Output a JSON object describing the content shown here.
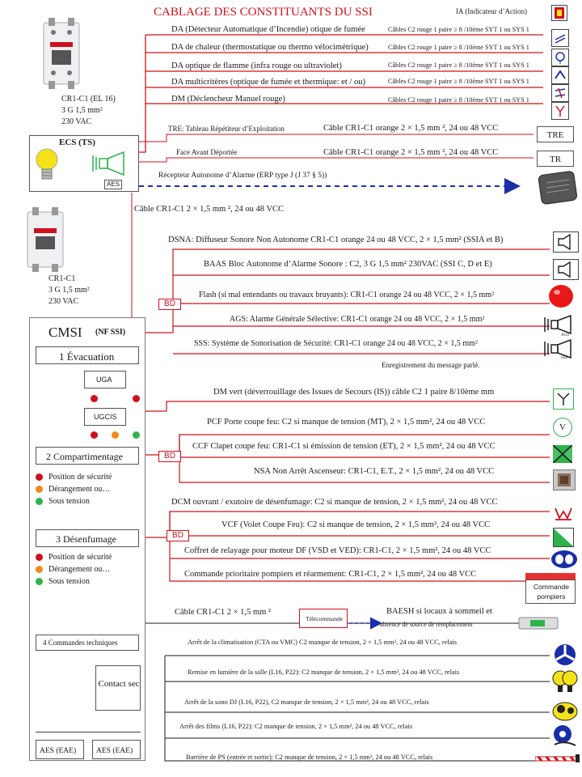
{
  "title": "CABLAGE DES CONSTITUANTS DU SSI",
  "ia_label": "IA (Indicateur d’Action)",
  "breaker1": {
    "ref": "CR1-C1 (EL 16)",
    "section": "3 G 1,5 mm²",
    "voltage": "230 VAC"
  },
  "breaker2": {
    "ref": "CR1-C1",
    "section": "3 G 1,5 mm²",
    "voltage": "230 VAC"
  },
  "ecs": {
    "title": "ECS (TS)",
    "aes": "AES"
  },
  "detectors": [
    {
      "label": "DA (Détecteur Automatique d’Incendie) otique de fumée",
      "cable": "Câbles C2 rouge 1 paire ≥ 8 /10ème SYT 1 ou SYS 1"
    },
    {
      "label": "DA de chaleur (thermostatique ou thermo vélocimétrique)",
      "cable": "Câbles C2 rouge 1 paire ≥ 8 /10ème SYT 1 ou SYS 1"
    },
    {
      "label": "DA optique de flamme (infra rouge ou ultraviolet)",
      "cable": "Câbles C2 rouge 1 paire ≥ 8 /10ème SYT 1 ou SYS 1"
    },
    {
      "label": "DA multicritères (optique de fumée et thermique: et / ou)",
      "cable": "Câbles C2 rouge 1 paire ≥ 8 /10ème SYT 1 ou SYS 1"
    },
    {
      "label": "DM (Déclencheur Manuel rouge)",
      "cable": "Câbles C2 rouge 1 paire ≥ 8 /10ème SYT 1 ou SYS 1"
    }
  ],
  "tre": {
    "label": "TRE: Tableau Répétiteur d’Exploitation",
    "cable": "Câble CR1-C1 orange  2 × 1,5 mm ², 24 ou 48 VCC",
    "tag": "TRE"
  },
  "tr": {
    "label": "Face Avant Déportée",
    "cable": "Câble CR1-C1 orange   2 × 1,5 mm ², 24 ou 48 VCC",
    "tag": "TR"
  },
  "erp": {
    "label": "Récepteur Autonome d’Alarme (ERP type J (J 37 § 5))"
  },
  "main_cable": "Câble CR1-C1   2 × 1,5 mm ²,  24  ou 48 VCC",
  "cmsi": {
    "title": "CMSI",
    "norm": "(NF SSI)"
  },
  "sections": {
    "evacuation": "1  Évacuation",
    "uga": "UGA",
    "ugcis": "UGCIS",
    "compartimentage": "2  Compartimentage",
    "desenfumage": "3  Désenfumage",
    "commandes": "4  Commandes techniques",
    "contact": "Contact sec",
    "aes_left": "AES (EAE)",
    "aes_right": "AES (EAE)"
  },
  "legend": [
    "Position de sécurité",
    "Dérangement  ou…",
    "Sous tension"
  ],
  "bd": "BD",
  "evac_items": [
    {
      "label": "DSNA: Diffuseur Sonore Non Autonome  CR1-C1 orange 24 ou 48 VCC, 2 × 1,5 mm² (SSIA et B)"
    },
    {
      "label": "BAAS Bloc Autonome d’Alarme Sonore : C2, 3 G 1,5 mm² 230VAC (SSI C, D et E)"
    },
    {
      "label": "Flash (si mal entendants ou travaux bruyants): CR1-C1 orange 24 ou 48 VCC,  2 × 1,5 mm²"
    },
    {
      "label": "AGS: Alarme Générale Sélective: CR1-C1 orange 24 ou 48 VCC,  2 × 1,5 mm²"
    },
    {
      "label": "SSS: Système de Sonorisation de Sécurité: CR1-C1 orange 24 ou 48 VCC,  2 × 1,5 mm²"
    }
  ],
  "recorded_msg": "Enregistrement du message parlé.",
  "dm_vert": "DM vert (déverrouillage  des  Issues de Secours (IS)) câble C2  1 paire 8/10ème mm",
  "comp_items": [
    "PCF Porte coupe feu:  C2 si manque de tension (MT), 2 × 1,5 mm²,  24 ou 48 VCC",
    "CCF Clapet coupe feu: CR1-C1  si émission de tension (ET), 2 × 1,5 mm²,  24 ou 48 VCC",
    "NSA Non Arrêt Ascenseur: CR1-C1, E.T., 2 × 1,5 mm²,  24 ou 48 VCC"
  ],
  "v_label": "V",
  "desenf_items": [
    "DCM ouvrant / exutoire de désenfumage: C2 si manque de tension,  2 × 1,5 mm²,  24 ou 48 VCC",
    "VCF (Volet Coupe Feu):  C2 si manque de tension, 2 × 1,5 mm²,  24 ou 48 VCC",
    "Coffret de relayage  pour moteur DF (VSD et VED): CR1-C1, 2 × 1,5 mm²,  24 ou 48 VCC",
    "Commande prioritaire pompiers et réarmement:  CR1-C1, 2 × 1,5 mm²,  24 ou 48 VCC"
  ],
  "commande_pompiers": "Commande pompiers",
  "tech": {
    "cable": "Câble CR1-C1   2 × 1,5 mm ²",
    "telecommande": "Télécommande",
    "baesh_1": "BAESH  si locaux à sommeil et",
    "baesh_2": "absence de source de remplacement"
  },
  "tech_items": [
    "Arrêt de la climatisation (CTA ou VMC) C2  manque de tension, 2 × 1,5 mm²,  24 ou 48 VCC, relais",
    "Remise en lumière de la salle (L16, P22): C2  manque de tension, 2 × 1,5 mm²,  24 ou 48 VCC, relais",
    "Arrêt de la sono DJ (L16, P22), C2  manque de tension, 2 × 1,5 mm²,  24 ou 48 VCC, relais",
    "Arrêt des films (L16, P22): C2  manque de tension, 2 × 1,5 mm²,  24 ou 48 VCC, relais",
    "Barrière de PS (entrée et sortie): C2  manque de tension, 2 × 1,5 mm²,  24 ou 48 VCC, relais"
  ],
  "ags_tag": "AGS",
  "sss_tag": "SSS",
  "colors": {
    "red": "#d0101a",
    "orange": "#f08a1c",
    "green": "#2db34a",
    "blue": "#1a2ea8"
  }
}
